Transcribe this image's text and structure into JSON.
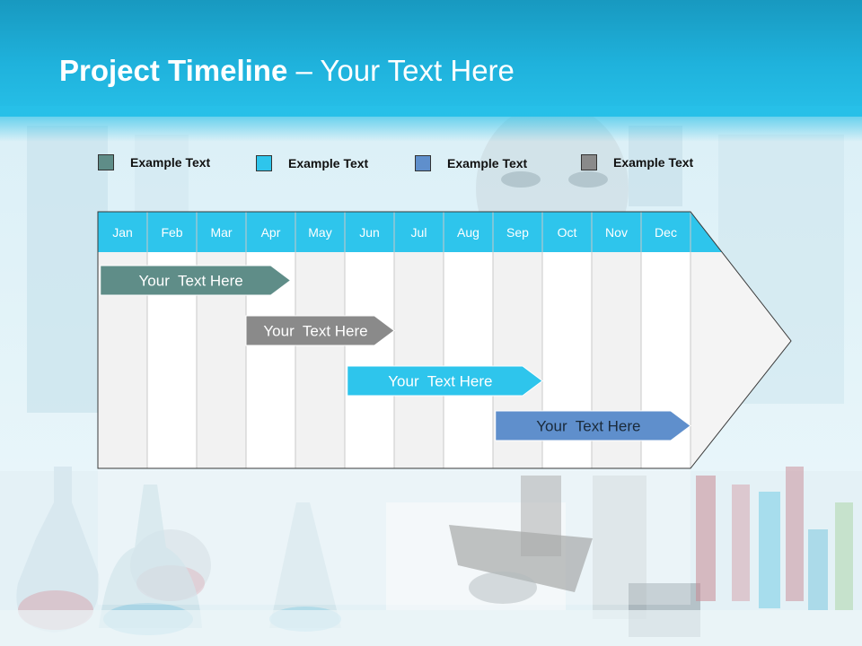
{
  "title": {
    "bold": "Project Timeline",
    "rest": " – Your Text Here"
  },
  "legend": [
    {
      "label": "Example Text",
      "color": "#5f8d88"
    },
    {
      "label": "Example Text",
      "color": "#2ec5ec"
    },
    {
      "label": "Example Text",
      "color": "#5f8fcc"
    },
    {
      "label": "Example Text",
      "color": "#8a8a8a"
    }
  ],
  "chart_data": {
    "type": "gantt",
    "categories": [
      "Jan",
      "Feb",
      "Mar",
      "Apr",
      "May",
      "Jun",
      "Jul",
      "Aug",
      "Sep",
      "Oct",
      "Nov",
      "Dec"
    ],
    "header_color": "#2ec5ec",
    "tasks": [
      {
        "label": "Your  Text Here",
        "start": 0.05,
        "end": 3.9,
        "color": "#5f8d88"
      },
      {
        "label": "Your  Text Here",
        "start": 3.0,
        "end": 6.0,
        "color": "#8a8a8a"
      },
      {
        "label": "Your  Text Here",
        "start": 5.05,
        "end": 9.0,
        "color": "#2ec5ec"
      },
      {
        "label": "Your  Text Here",
        "start": 8.05,
        "end": 12.0,
        "color": "#5f8fcc"
      }
    ]
  }
}
